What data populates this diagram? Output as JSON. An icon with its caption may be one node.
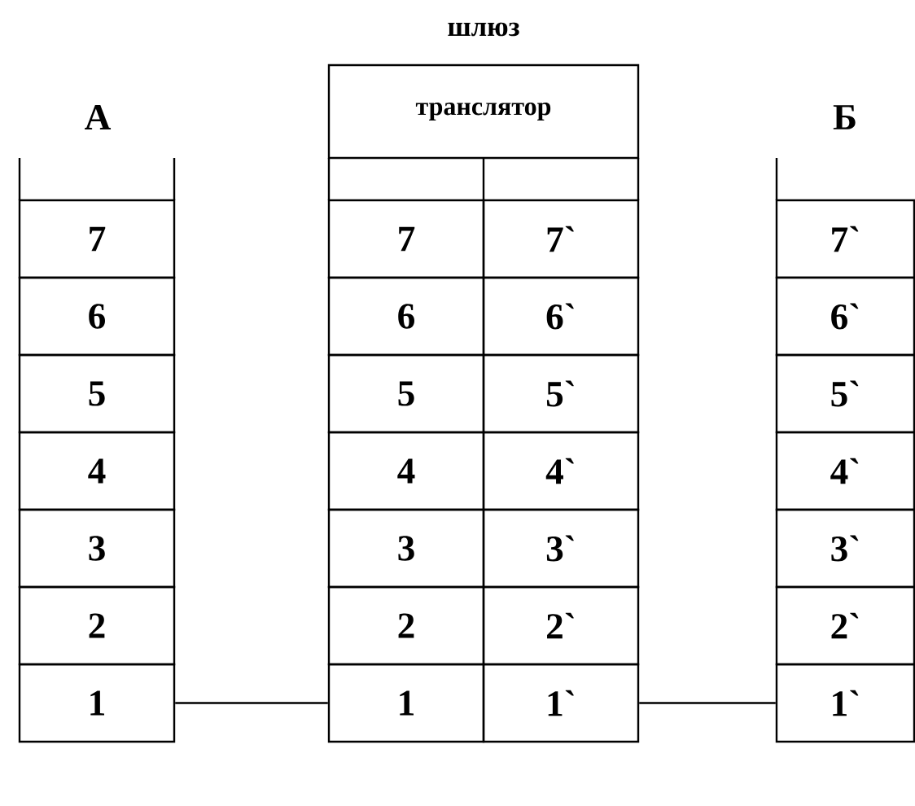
{
  "diagram": {
    "nodes": [
      {
        "text": [
          "транслятор"
        ]
      },
      {
        "text": [
          "7"
        ]
      },
      {
        "text": [
          "7"
        ]
      },
      {
        "text": [
          "7`"
        ]
      },
      {
        "text": [
          "7`"
        ]
      },
      {
        "text": [
          "6"
        ]
      },
      {
        "text": [
          "6"
        ]
      },
      {
        "text": [
          "6`"
        ]
      },
      {
        "text": [
          "6`"
        ]
      },
      {
        "text": [
          "5"
        ]
      },
      {
        "text": [
          "5"
        ]
      },
      {
        "text": [
          "5`"
        ]
      },
      {
        "text": [
          "5`"
        ]
      },
      {
        "text": [
          "4"
        ]
      },
      {
        "text": [
          "4"
        ]
      },
      {
        "text": [
          "4`"
        ]
      },
      {
        "text": [
          "4`"
        ]
      },
      {
        "text": [
          "3"
        ]
      },
      {
        "text": [
          "3"
        ]
      },
      {
        "text": [
          "3`"
        ]
      },
      {
        "text": [
          "3`"
        ]
      },
      {
        "text": [
          "2"
        ]
      },
      {
        "text": [
          "2"
        ]
      },
      {
        "text": [
          "2`"
        ]
      },
      {
        "text": [
          "2`"
        ]
      },
      {
        "text": [
          "1"
        ]
      },
      {
        "text": [
          "1"
        ]
      },
      {
        "text": [
          "1`"
        ]
      },
      {
        "text": [
          "1`"
        ]
      }
    ],
    "edges": [
      {
        "from": 25,
        "to": 26,
        "arrow": "none"
      },
      {
        "from": 27,
        "to": 28,
        "arrow": "none"
      }
    ],
    "labels": [
      "шлюз",
      "А",
      "Б"
    ]
  }
}
